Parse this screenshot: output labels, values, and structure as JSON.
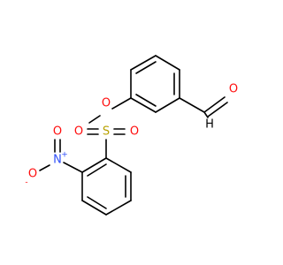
{
  "molecule": {
    "atoms": {
      "ester_oxygen": {
        "label": "O",
        "color": "#ff0d0d"
      },
      "sulfur": {
        "label": "S",
        "color": "#b8a100"
      },
      "sulfonyl_oxygen_left": {
        "label": "O",
        "color": "#ff0d0d"
      },
      "sulfonyl_oxygen_right": {
        "label": "O",
        "color": "#ff0d0d"
      },
      "nitro_nitrogen": {
        "label": "N",
        "charge": "+",
        "color": "#3050f8"
      },
      "nitro_oxygen_negative": {
        "label": "O",
        "charge": "-",
        "color": "#ff0d0d"
      },
      "nitro_oxygen_double": {
        "label": "O",
        "color": "#ff0d0d"
      },
      "aldehyde_oxygen": {
        "label": "O",
        "color": "#ff0d0d"
      },
      "aldehyde_hydrogen": {
        "label": "H",
        "color": "#000000"
      }
    },
    "bond_color": "#000000",
    "background_color": "#ffffff"
  }
}
